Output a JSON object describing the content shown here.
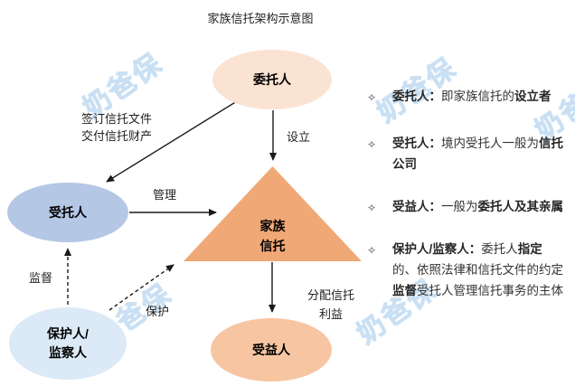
{
  "title": "家族信托架构示意图",
  "watermark": {
    "text": "奶爸保",
    "color": "#BDD7EE"
  },
  "diagram": {
    "edge_color": "#1A1A1A",
    "nodes": {
      "settlor": {
        "label": "委托人",
        "fill": "#FBE3D3"
      },
      "trustee": {
        "label": "受托人",
        "fill": "#B4C7E5"
      },
      "protector": {
        "label_line1": "保护人/",
        "label_line2": "监察人",
        "fill": "#DCE9F6"
      },
      "trust": {
        "label_line1": "家族",
        "label_line2": "信托",
        "fill": "#F0A876"
      },
      "beneficiary": {
        "label": "受益人",
        "fill": "#F7C5A2"
      }
    },
    "edges": {
      "sign_deliver": {
        "label_line1": "签订信托文件",
        "label_line2": "交付信托财产",
        "style": "solid"
      },
      "establish": {
        "label": "设立",
        "style": "solid"
      },
      "manage": {
        "label": "管理",
        "style": "solid"
      },
      "supervise": {
        "label": "监督",
        "style": "dashed"
      },
      "protect": {
        "label": "保护",
        "style": "dashed"
      },
      "distribute": {
        "label_line1": "分配信托",
        "label_line2": "利益",
        "style": "solid"
      }
    }
  },
  "right_panel": {
    "bullet_icon": "✧",
    "bullets": [
      {
        "lines": [
          [
            {
              "t": "委托人：",
              "b": 1
            },
            {
              "t": "即家族信托的",
              "b": 0
            },
            {
              "t": "设立者",
              "b": 1
            }
          ]
        ]
      },
      {
        "lines": [
          [
            {
              "t": "受托人：",
              "b": 1
            },
            {
              "t": "境内受托人一般为",
              "b": 0
            },
            {
              "t": "信托",
              "b": 1
            }
          ],
          [
            {
              "t": "公司",
              "b": 1
            }
          ]
        ]
      },
      {
        "lines": [
          [
            {
              "t": "受益人：",
              "b": 1
            },
            {
              "t": "一般为",
              "b": 0
            },
            {
              "t": "委托人及其亲属",
              "b": 1
            }
          ]
        ]
      },
      {
        "lines": [
          [
            {
              "t": "保护人/监察人：",
              "b": 1
            },
            {
              "t": "委托人",
              "b": 0
            },
            {
              "t": "指定",
              "b": 1
            }
          ],
          [
            {
              "t": "的、依照法律和信托文件的约定",
              "b": 0
            }
          ],
          [
            {
              "t": "监督",
              "b": 1
            },
            {
              "t": "受托人管理信托事务的主体",
              "b": 0
            }
          ]
        ]
      }
    ]
  }
}
